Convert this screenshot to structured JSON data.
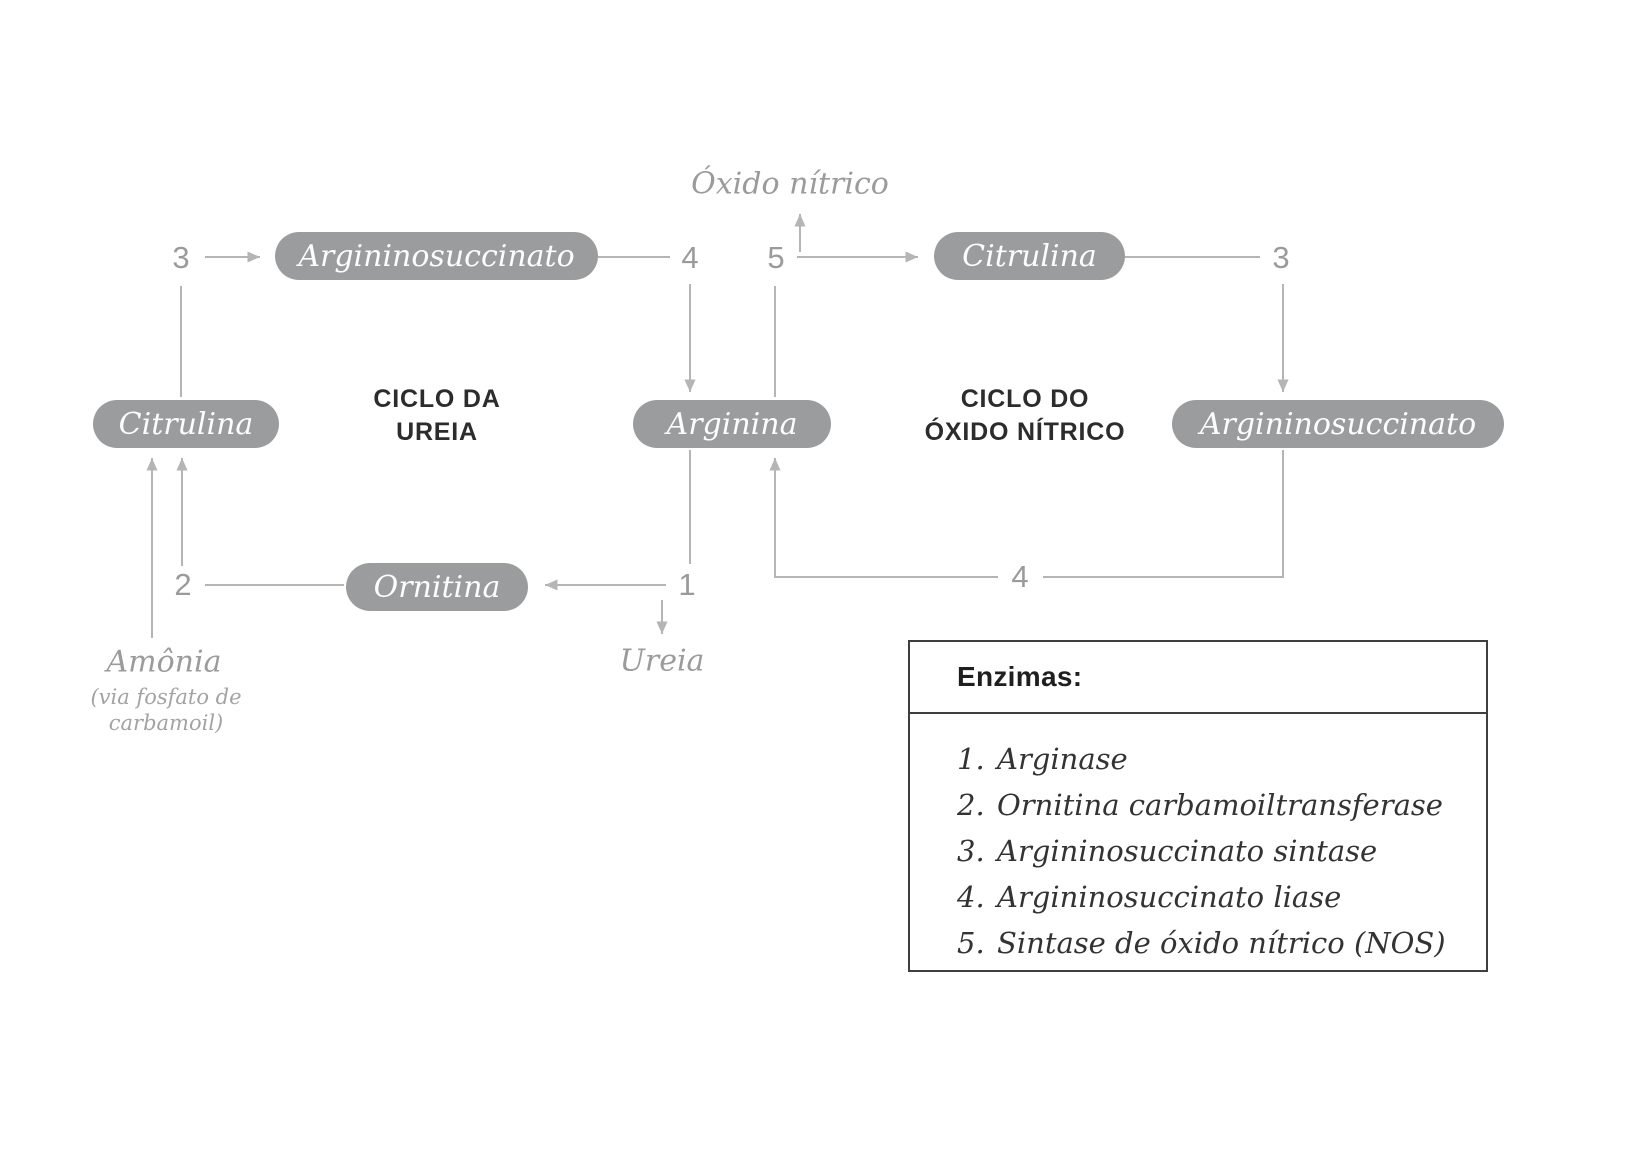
{
  "diagram": {
    "title_left": {
      "line1": "CICLO DA",
      "line2": "UREIA"
    },
    "title_right": {
      "line1": "CICLO DO",
      "line2": "ÓXIDO NÍTRICO"
    },
    "nodes": {
      "argininosuccinato_left": "Argininosuccinato",
      "citrulina_left": "Citrulina",
      "arginina": "Arginina",
      "ornitina": "Ornitina",
      "citrulina_right": "Citrulina",
      "argininosuccinato_right": "Argininosuccinato"
    },
    "labels": {
      "oxido_nitrico": "Óxido nítrico",
      "ureia": "Ureia",
      "amonia": "Amônia",
      "amonia_note_line1": "(via fosfato de",
      "amonia_note_line2": "carbamoil)"
    },
    "step_numbers": {
      "left_3": "3",
      "top_4": "4",
      "top_5": "5",
      "right_3": "3",
      "left_2": "2",
      "bottom_1": "1",
      "bottom_4": "4"
    },
    "colors": {
      "pill_gray": "#9b9c9d",
      "connector_gray": "#b5b5b5",
      "label_gray": "#9b9b9b",
      "text_dark": "#2c2c2c"
    }
  },
  "legend": {
    "title": "Enzimas:",
    "items": [
      {
        "num": "1.",
        "text": "Arginase"
      },
      {
        "num": "2.",
        "text": "Ornitina carbamoiltransferase"
      },
      {
        "num": "3.",
        "text": "Argininosuccinato sintase"
      },
      {
        "num": "4.",
        "text": "Argininosuccinato liase"
      },
      {
        "num": "5.",
        "text": "Sintase de óxido nítrico (NOS)"
      }
    ]
  }
}
